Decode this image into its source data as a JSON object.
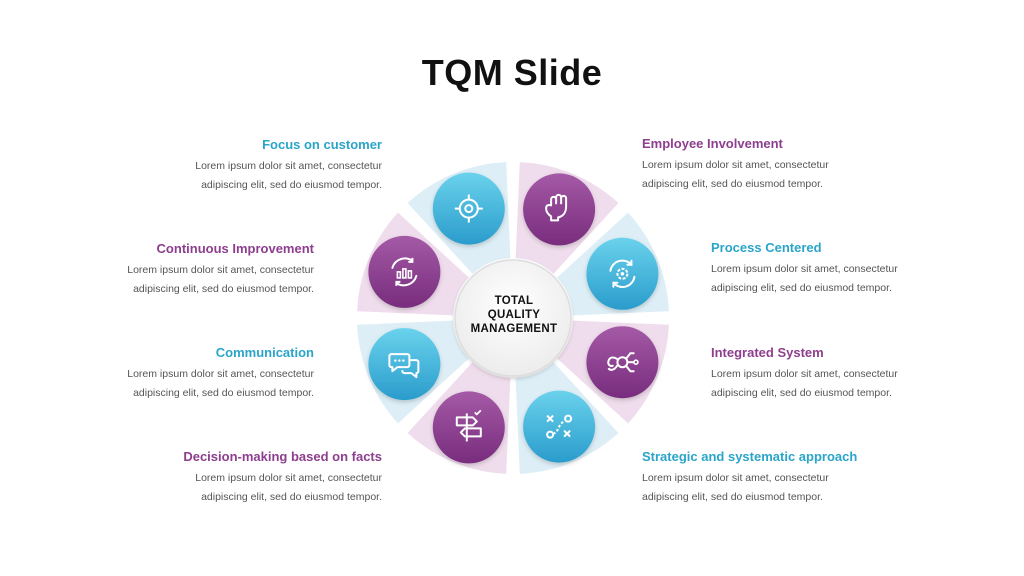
{
  "title": "TQM Slide",
  "center": {
    "line1": "TOTAL",
    "line2": "QUALITY",
    "line3": "MANAGEMENT"
  },
  "colors": {
    "teal": "#2aa5c9",
    "purple": "#8d3e8e",
    "teal_sector": "#ddeef6",
    "purple_sector": "#efdcec"
  },
  "items": [
    {
      "title": "Focus on customer",
      "desc_line1": "Lorem ipsum dolor sit amet, consectetur",
      "desc_line2": "adipiscing elit, sed do eiusmod tempor.",
      "icon": "target-icon",
      "color": "teal"
    },
    {
      "title": "Employee Involvement",
      "desc_line1": "Lorem ipsum dolor sit amet, consectetur",
      "desc_line2": "adipiscing elit, sed do eiusmod tempor.",
      "icon": "fist-icon",
      "color": "purple"
    },
    {
      "title": "Process Centered",
      "desc_line1": "Lorem ipsum dolor sit amet, consectetur",
      "desc_line2": "adipiscing elit, sed do eiusmod tempor.",
      "icon": "gear-cycle-icon",
      "color": "teal"
    },
    {
      "title": "Integrated System",
      "desc_line1": "Lorem ipsum dolor sit amet, consectetur",
      "desc_line2": "adipiscing elit, sed do eiusmod tempor.",
      "icon": "network-icon",
      "color": "purple"
    },
    {
      "title": "Strategic and systematic approach",
      "desc_line1": "Lorem ipsum dolor sit amet, consectetur",
      "desc_line2": "adipiscing elit, sed do eiusmod tempor.",
      "icon": "strategy-icon",
      "color": "teal"
    },
    {
      "title": "Decision-making based on facts",
      "desc_line1": "Lorem ipsum dolor sit amet, consectetur",
      "desc_line2": "adipiscing elit, sed do eiusmod tempor.",
      "icon": "signpost-icon",
      "color": "purple"
    },
    {
      "title": "Communication",
      "desc_line1": "Lorem ipsum dolor sit amet, consectetur",
      "desc_line2": "adipiscing elit, sed do eiusmod tempor.",
      "icon": "chat-icon",
      "color": "teal"
    },
    {
      "title": "Continuous Improvement",
      "desc_line1": "Lorem ipsum dolor sit amet, consectetur",
      "desc_line2": "adipiscing elit, sed do eiusmod tempor.",
      "icon": "chart-cycle-icon",
      "color": "purple"
    }
  ]
}
